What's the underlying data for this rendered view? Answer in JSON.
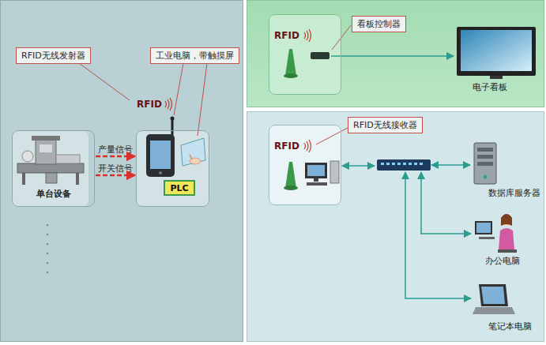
{
  "diagram": {
    "nodes": [
      {
        "text": [
          "RFID无线发射器"
        ]
      },
      {
        "text": [
          "工业电脑，带触摸屏"
        ]
      },
      {
        "text": [
          "单台设备"
        ]
      },
      {
        "text": [
          "RFID"
        ]
      },
      {
        "text": [
          "PLC"
        ],
        "in": 3
      },
      {
        "text": [
          "RFID"
        ]
      },
      {
        "text": [
          "看板控制器"
        ]
      },
      {
        "text": [
          "RFID"
        ]
      },
      {
        "text": [
          "RFID无线接收器"
        ]
      }
    ],
    "edges": [
      {
        "from": 2,
        "to": 3,
        "arrow": "to",
        "label": "产量信号"
      },
      {
        "from": 2,
        "to": 3,
        "arrow": "to",
        "label": "开关信号"
      }
    ],
    "labels": [
      "电子看板",
      "数据库服务器",
      "办公电脑",
      "笔记本电脑"
    ]
  }
}
